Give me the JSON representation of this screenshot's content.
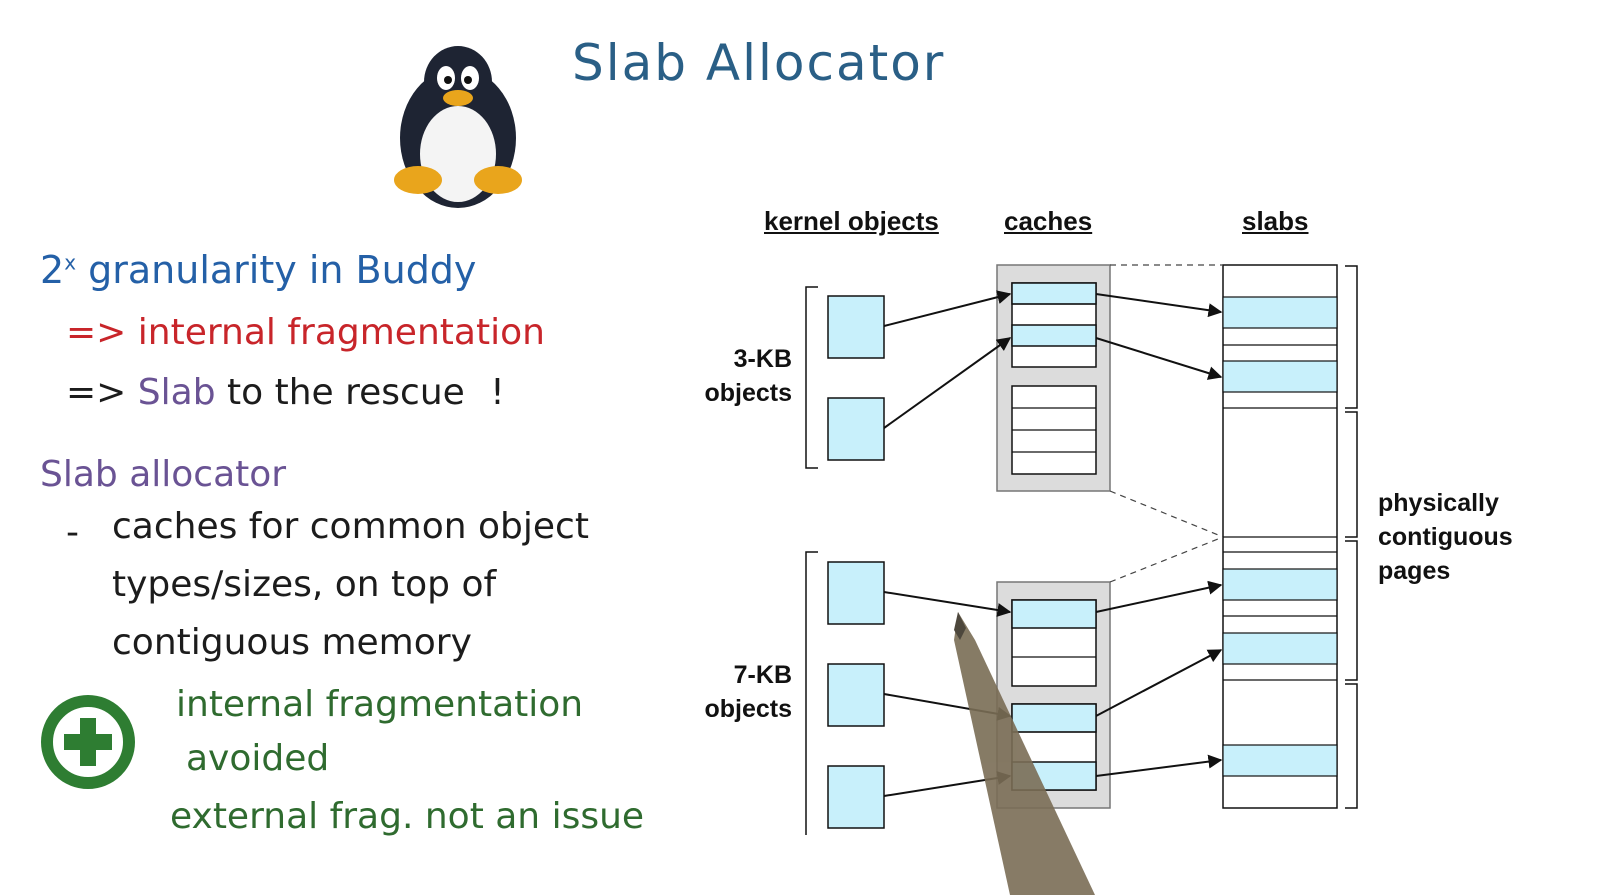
{
  "title": "Slab Allocator",
  "notes": {
    "line1_base": "2",
    "line1_sup": "x",
    "line1_rest": "granularity in Buddy",
    "line2_arrow": "=>",
    "line2_text": "internal fragmentation",
    "line3_arrow": "=>",
    "line3_slab": "Slab",
    "line3_rest": "to the rescue",
    "line3_excl": "!",
    "heading": "Slab allocator",
    "bullet_dash": "-",
    "bullet_line1": "caches for common object",
    "bullet_line2": "types/sizes, on top of",
    "bullet_line3": "contiguous memory",
    "plus_line1": "internal fragmentation",
    "plus_line2": "avoided",
    "plus_line3": "external frag. not an issue"
  },
  "diagram": {
    "headers": {
      "kernel_objects": "kernel objects",
      "caches": "caches",
      "slabs": "slabs"
    },
    "group_3kb": {
      "line1": "3-KB",
      "line2": "objects"
    },
    "group_7kb": {
      "line1": "7-KB",
      "line2": "objects"
    },
    "pages_label": {
      "line1": "physically",
      "line2": "contiguous",
      "line3": "pages"
    },
    "colors": {
      "object_fill": "#c8f0fb",
      "cache_bg": "#dcdcdc",
      "green_plus": "#2e7d32",
      "penguin_body": "#1e2433",
      "penguin_feet": "#e9a51c"
    }
  }
}
